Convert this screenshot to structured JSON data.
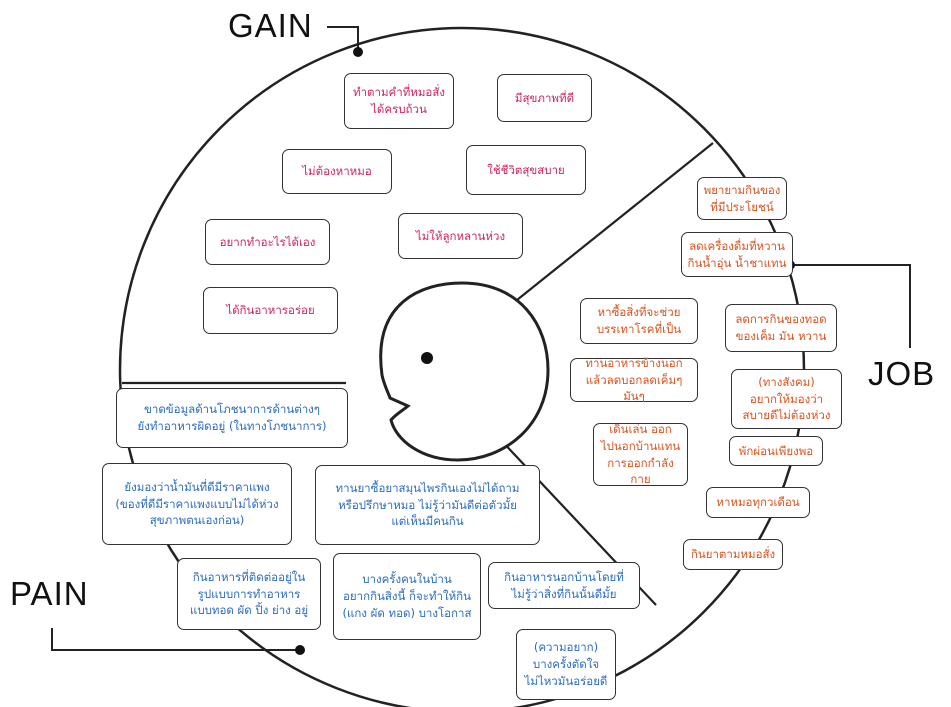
{
  "labels": {
    "gain": "GAIN",
    "job": "JOB",
    "pain": "PAIN"
  },
  "colors": {
    "gain": "#d1245e",
    "job": "#d9531e",
    "pain": "#2a6cc2",
    "outline": "#222222"
  },
  "gain_notes": [
    "ทำตามคำที่หมอสั่ง\nได้ครบถ้วน",
    "มีสุขภาพที่ดี",
    "ไม่ต้องหาหมอ",
    "ใช้ชีวิตสุขสบาย",
    "อยากทำอะไรได้เอง",
    "ไม่ให้ลูกหลานห่วง",
    "ได้กินอาหารอร่อย"
  ],
  "job_notes": [
    "พยายามกินของ\nที่มีประโยชน์",
    "ลดเครื่องดื่มที่หวาน\nกินน้ำอุ่น น้ำชาแทน",
    "หาซื้อสิ่งที่จะช่วย\nบรรเทาโรคที่เป็น",
    "ลดการกินของทอด\nของเค็ม มัน หวาน",
    "ทานอาหารข้างนอก\nแล้วลดบอกลดเค็มๆ มันๆ",
    "(ทางสังคม)\nอยากให้มองว่า\nสบายดีไม่ต้องห่วง",
    "เดินเล่น ออก\nไปนอกบ้านแทน\nการออกกำลังกาย",
    "พักผ่อนเพียงพอ",
    "หาหมอทุกวเดือน",
    "กินยาตามหมอสั่ง"
  ],
  "pain_notes": [
    "ขาดข้อมูลด้านโภชนาการด้านต่างๆ\nยังทำอาหารผิดอยู่ (ในทางโภชนาการ)",
    "ยังมองว่าน้ำมันที่ดีมีราคาแพง\n(ของที่ดีมีราคาแพงแบบไม่ได้ห่วง\nสุขภาพตนเองก่อน)",
    "ทานยาซื้อยาสมุนไพรกินเองไม่ได้ถาม\nหรือปรึกษาหมอ ไม่รู้ว่ามันดีต่อตัวมั้ย\nแต่เห็นมีคนกิน",
    "กินอาหารที่ติดต่ออยู่ใน\nรูปแบบการทำอาหาร\nแบบทอด ผัด ปิ้ง ย่าง อยู่",
    "บางครั้งคนในบ้าน\nอยากกินสิ่งนี้ ก็จะทำให้กิน\n(แกง ผัด ทอด) บางโอกาส",
    "กินอาหารนอกบ้านโดยที่\nไม่รู้ว่าสิ่งที่กินนั้นดีมั้ย",
    "(ความอยาก)\nบางครั้งตัดใจ\nไม่ไหวมันอร่อยดี"
  ]
}
